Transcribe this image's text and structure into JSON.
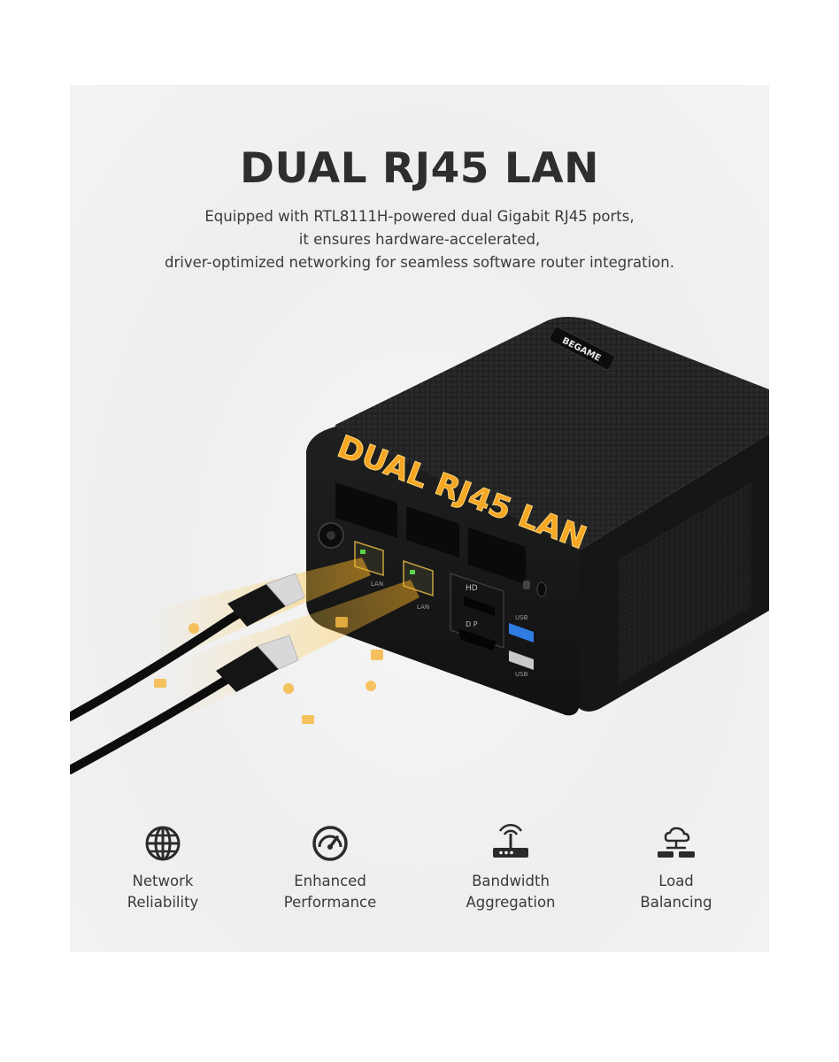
{
  "headline": "DUAL RJ45 LAN",
  "subtitle_lines": [
    "Equipped with RTL8111H-powered dual Gigabit RJ45 ports,",
    "it ensures hardware-accelerated,",
    "driver-optimized networking for seamless software router integration."
  ],
  "device": {
    "brand": "BEGAME",
    "overlay_text": "DUAL RJ45 LAN",
    "port_labels": {
      "lan1": "LAN",
      "lan2": "LAN",
      "hd": "HD",
      "dp": "D P",
      "usb1": "USB",
      "usb2": "USB"
    }
  },
  "features": [
    {
      "icon": "globe-icon",
      "line1": "Network",
      "line2": "Reliability"
    },
    {
      "icon": "speedometer-icon",
      "line1": "Enhanced",
      "line2": "Performance"
    },
    {
      "icon": "router-icon",
      "line1": "Bandwidth",
      "line2": "Aggregation"
    },
    {
      "icon": "cloud-network-icon",
      "line1": "Load",
      "line2": "Balancing"
    }
  ],
  "colors": {
    "accent": "#f5a623",
    "device": "#1c1c1c",
    "text": "#2e2e2e",
    "usb_blue": "#2f7de1"
  }
}
